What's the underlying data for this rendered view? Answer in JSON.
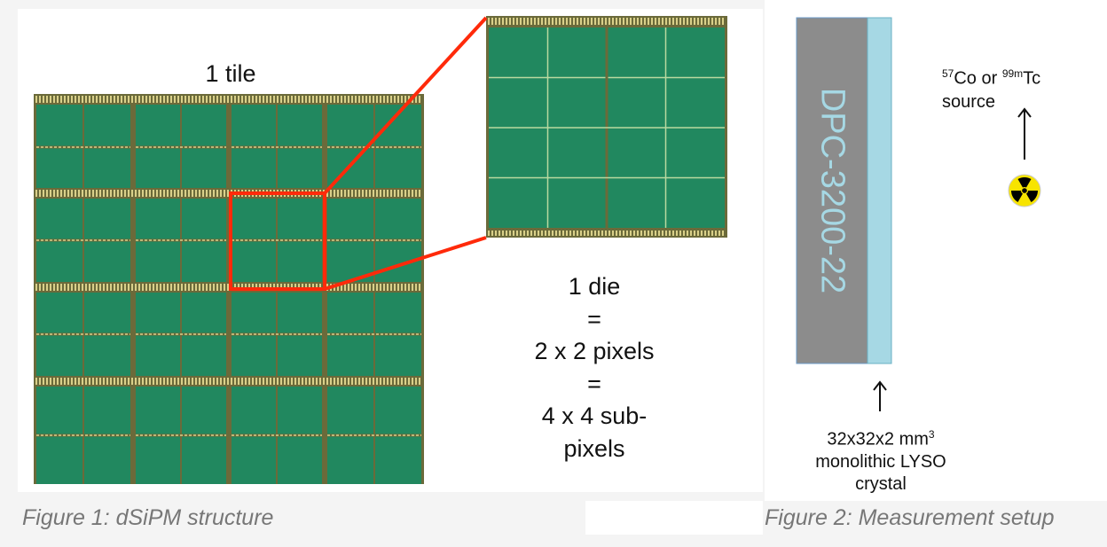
{
  "figure1": {
    "tile_label": "1 tile",
    "die_text": [
      "1 die",
      "=",
      "2 x 2 pixels",
      "=",
      "4 x 4 sub-",
      "pixels"
    ],
    "caption": "Figure 1: dSiPM structure"
  },
  "figure2": {
    "sensor_label": "DPC-3200-22",
    "crystal_lines": [
      "32x32x2 mm",
      "3",
      "monolithic LYSO",
      "crystal"
    ],
    "source": {
      "iso1": "57",
      "el1": "Co or ",
      "iso2": "99m",
      "el2": "Tc",
      "line2": "source"
    },
    "caption": "Figure 2: Measurement setup"
  },
  "colors": {
    "green": "#21885f",
    "pad": "#d9d08a",
    "red": "#ff2a0a",
    "sensor": "#8c8c8c",
    "crystal": "#a6d8e4"
  }
}
